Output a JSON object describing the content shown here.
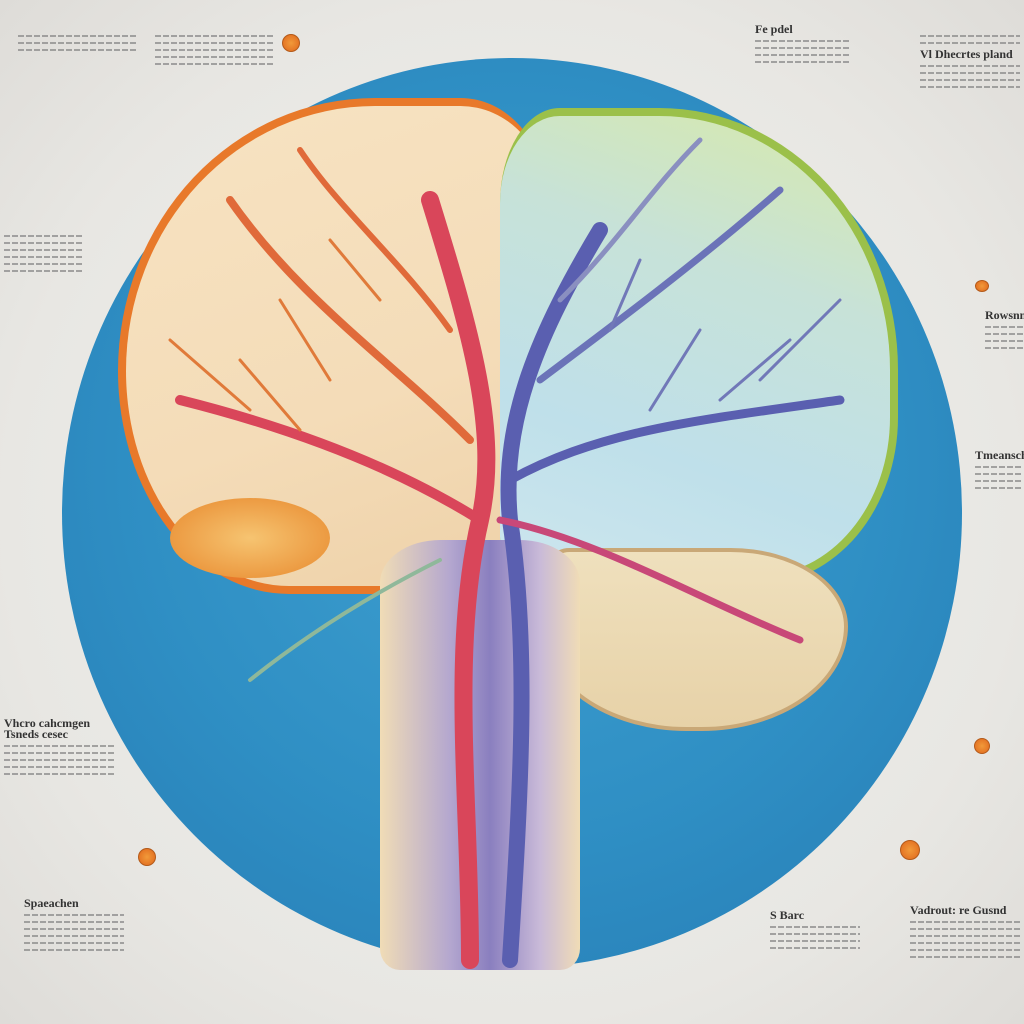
{
  "poster": {
    "subject": "Anatomical tree-of-brain illustration on blue circle",
    "colors": {
      "background": "#ecebe8",
      "disc": "#2f8fc4",
      "left_hemisphere_border": "#e8792a",
      "right_hemisphere_border": "#9bc04a",
      "artery": "#d9465a",
      "vein": "#5a5fb0",
      "accent_dots": "#e8792a"
    }
  },
  "annotations": [
    {
      "id": "top-left",
      "heading": "",
      "lines": 4
    },
    {
      "id": "top-center",
      "heading": "",
      "lines": 6
    },
    {
      "id": "top-right-a",
      "heading": "Fe pdel",
      "lines": 5
    },
    {
      "id": "top-right-b",
      "heading": "Vl Dhecrtes pland",
      "lines": 7
    },
    {
      "id": "left-mid",
      "heading": "",
      "lines": 8
    },
    {
      "id": "left-lower",
      "heading": "Vhcro cahcmgen",
      "subheading": "Tsneds cesec",
      "lines": 8
    },
    {
      "id": "bottom-left",
      "heading": "Spaeachen",
      "lines": 10
    },
    {
      "id": "right-mid",
      "heading": "Rowsnnen",
      "lines": 8
    },
    {
      "id": "right-lower",
      "heading": "Tmeansch",
      "lines": 8
    },
    {
      "id": "bottom-right",
      "heading": "Vadrout: re Gusnd",
      "lines": 9
    },
    {
      "id": "bottom-center-right",
      "heading": "S Barc",
      "lines": 6
    }
  ]
}
